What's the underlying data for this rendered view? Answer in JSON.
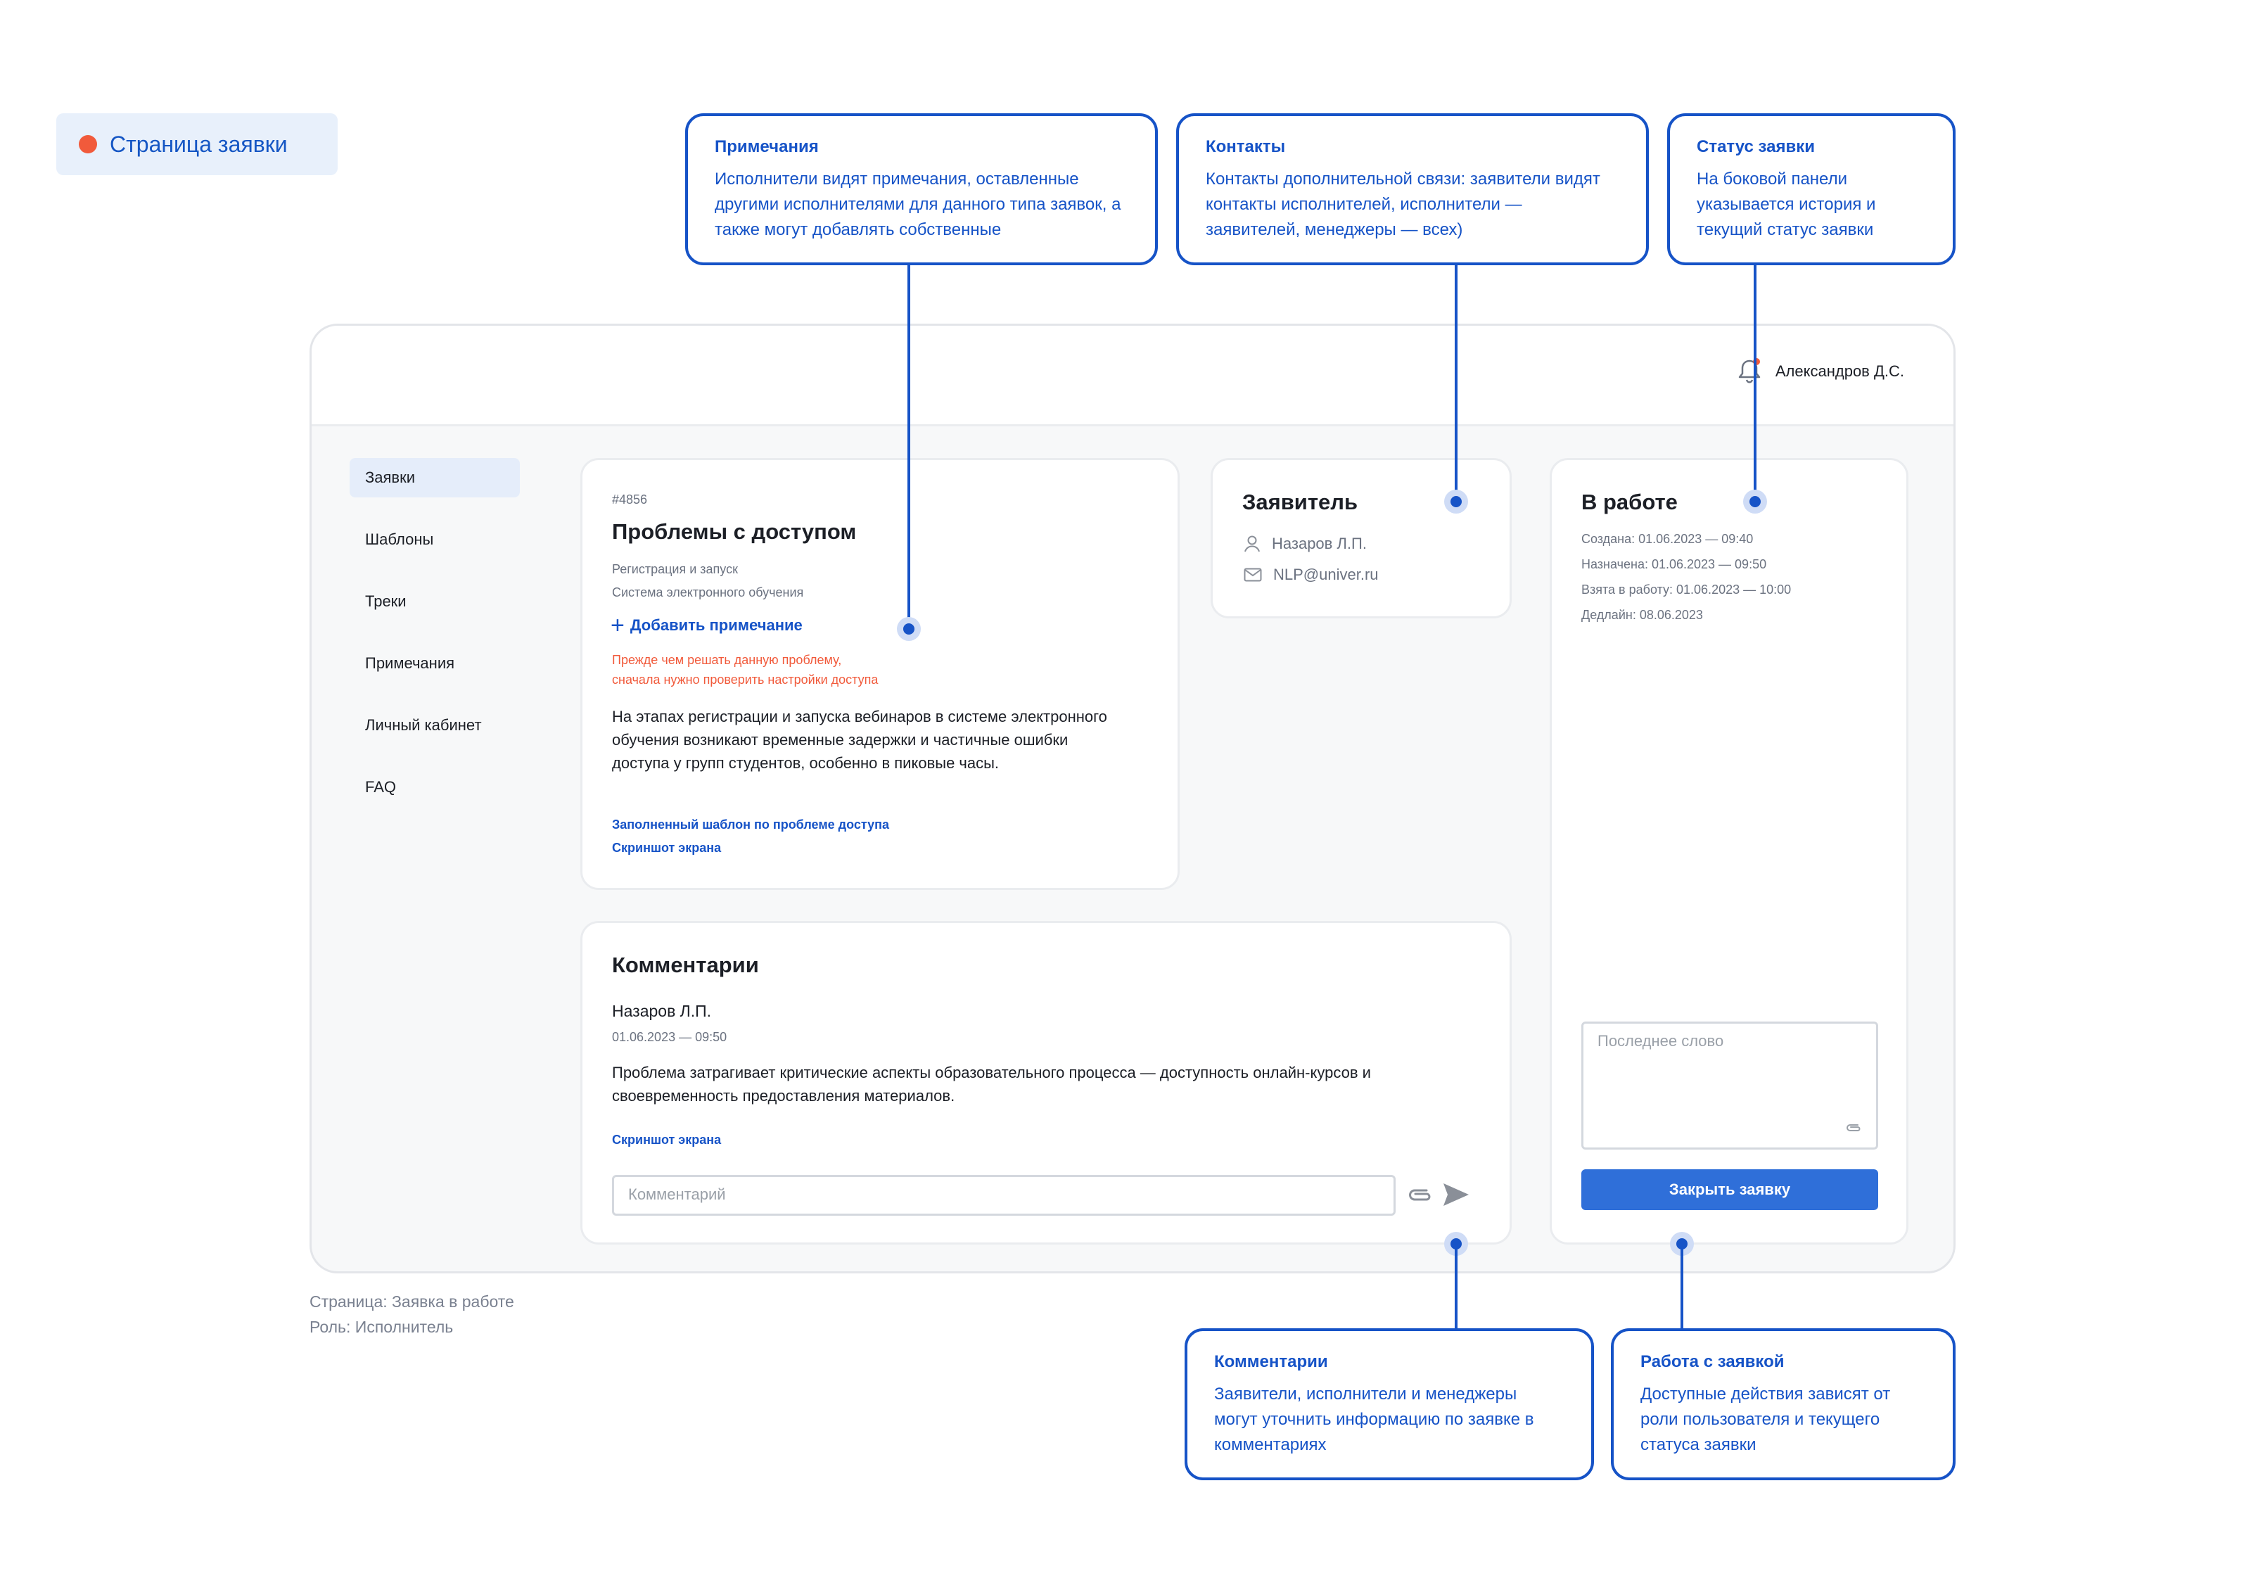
{
  "page_tag": "Страница заявки",
  "callouts": {
    "notes": {
      "title": "Примечания",
      "text": "Исполнители видят примечания, оставленные другими исполнителями для данного типа заявок, а также могут добавлять собственные"
    },
    "contacts": {
      "title": "Контакты",
      "text": "Контакты дополнительной связи: заявители видят контакты исполнителей, исполнители — заявителей, менеджеры — всех)"
    },
    "status": {
      "title": "Статус заявки",
      "text": "На боковой панели указывается история и текущий статус заявки"
    },
    "comments": {
      "title": "Комментарии",
      "text": "Заявители, исполнители и менеджеры могут уточнить информацию по заявке в комментариях"
    },
    "actions": {
      "title": "Работа с заявкой",
      "text": "Доступные действия зависят от роли пользователя и текущего статуса заявки"
    }
  },
  "header": {
    "user_name": "Александров Д.С.",
    "notification_dot_color": "#f15a3b"
  },
  "sidebar": {
    "items": [
      {
        "label": "Заявки"
      },
      {
        "label": "Шаблоны"
      },
      {
        "label": "Треки"
      },
      {
        "label": "Примечания"
      },
      {
        "label": "Личный кабинет"
      },
      {
        "label": "FAQ"
      }
    ]
  },
  "ticket": {
    "number": "#4856",
    "title": "Проблемы с доступом",
    "category": "Регистрация и запуск",
    "system": "Система электронного обучения",
    "add_note": "Добавить примечание",
    "warning_line1": "Прежде чем решать данную проблему,",
    "warning_line2": "сначала нужно проверить настройки доступа",
    "description": "На этапах регистрации и запуска вебинаров в системе электронного обучения возникают временные задержки и частичные ошибки доступа у групп студентов, особенно в пиковые часы.",
    "attachment1": "Заполненный шаблон по проблеме доступа",
    "attachment2": "Скриншот экрана"
  },
  "applicant": {
    "title": "Заявитель",
    "name": "Назаров Л.П.",
    "email": "NLP@univer.ru"
  },
  "status_panel": {
    "title": "В работе",
    "created": "Создана: 01.06.2023 — 09:40",
    "assigned": "Назначена: 01.06.2023 — 09:50",
    "taken": "Взята в работу: 01.06.2023 — 10:00",
    "deadline": "Дедлайн: 08.06.2023",
    "last_word_placeholder": "Последнее слово",
    "close_button": "Закрыть заявку"
  },
  "comments": {
    "title": "Комментарии",
    "author": "Назаров Л.П.",
    "date": "01.06.2023 — 09:50",
    "text": "Проблема затрагивает критические аспекты образовательного процесса — доступность онлайн-курсов и своевременность предоставления материалов.",
    "attachment": "Скриншот экрана",
    "input_placeholder": "Комментарий"
  },
  "footer_caption": {
    "page": "Страница: Заявка в работе",
    "role": "Роль: Исполнитель"
  }
}
